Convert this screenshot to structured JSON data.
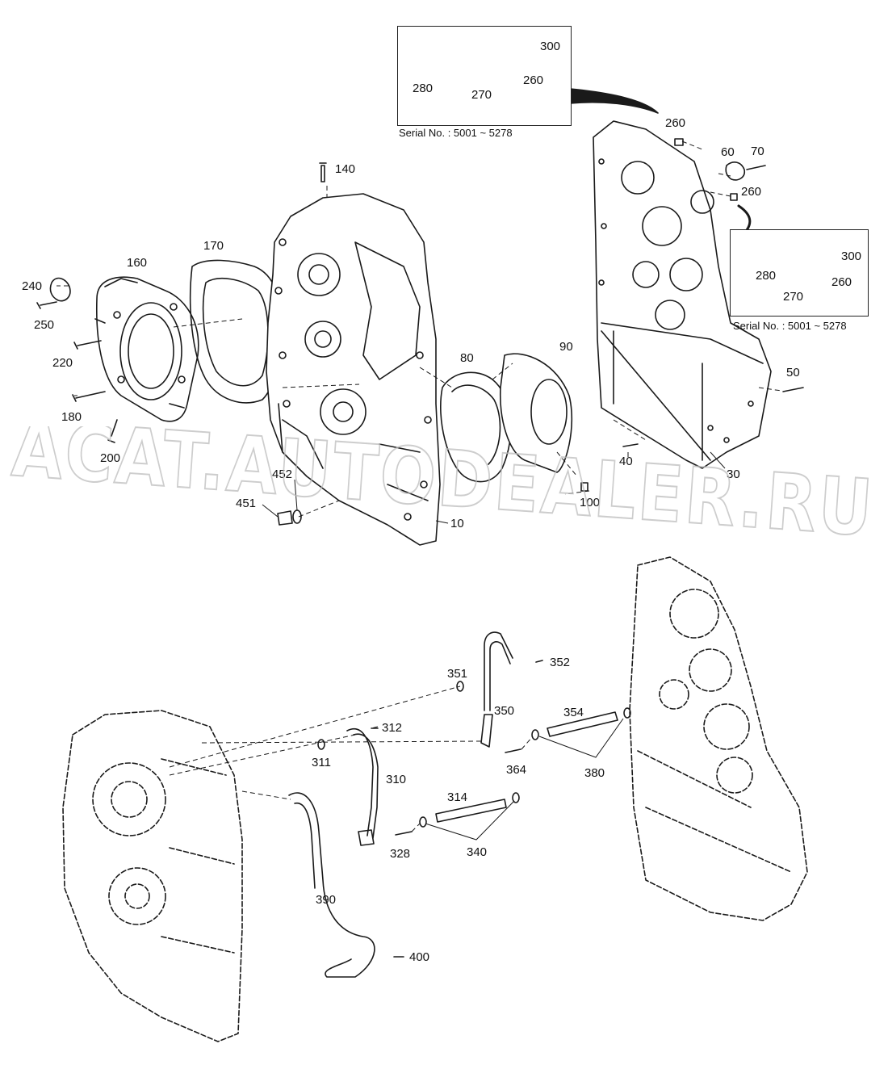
{
  "diagram": {
    "callouts": {
      "c10": "10",
      "c30": "30",
      "c40": "40",
      "c50": "50",
      "c60": "60",
      "c70": "70",
      "c80": "80",
      "c90": "90",
      "c100": "100",
      "c140": "140",
      "c160": "160",
      "c170": "170",
      "c180": "180",
      "c200": "200",
      "c220": "220",
      "c240": "240",
      "c250": "250",
      "c260a": "260",
      "c260b": "260",
      "c310": "310",
      "c311": "311",
      "c312": "312",
      "c314": "314",
      "c328": "328",
      "c340": "340",
      "c350": "350",
      "c351": "351",
      "c352": "352",
      "c354": "354",
      "c364": "364",
      "c380": "380",
      "c390": "390",
      "c400": "400",
      "c451": "451",
      "c452": "452"
    },
    "inset_top": {
      "c300": "300",
      "c260": "260",
      "c280": "280",
      "c270": "270",
      "caption": "Serial No. : 5001 ~ 5278"
    },
    "inset_right": {
      "c300": "300",
      "c260": "260",
      "c280": "280",
      "c270": "270",
      "caption": "Serial No. : 5001 ~ 5278"
    },
    "watermark": "ACAT.AUTODEALER.RU"
  },
  "colors": {
    "line": "#1a1a1a",
    "fill": "#ffffff",
    "watermark": "#bdbdbd"
  }
}
